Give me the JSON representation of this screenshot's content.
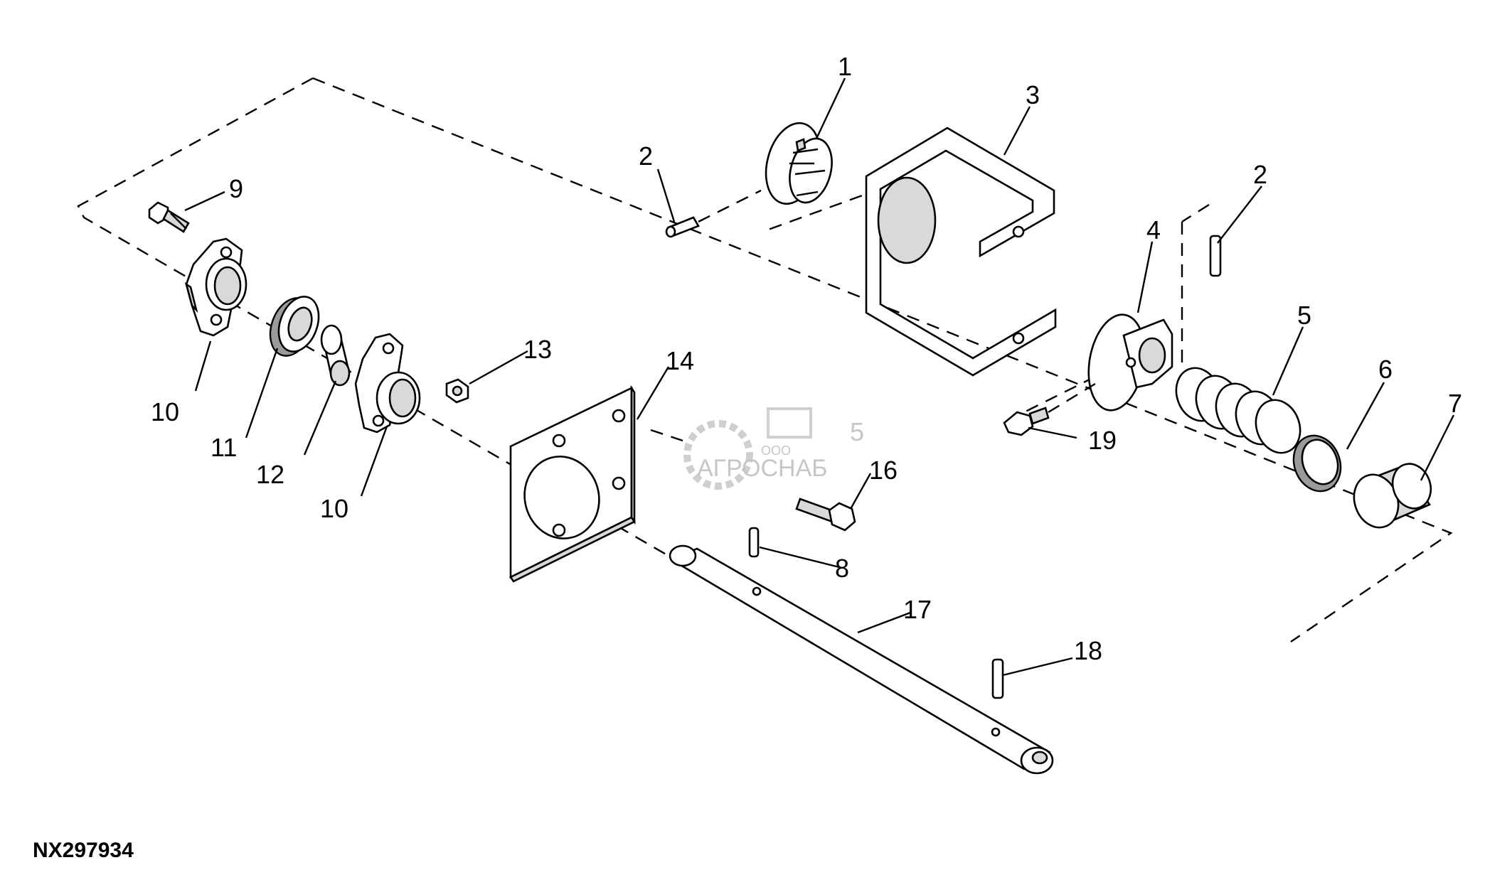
{
  "figure_id": "NX297934",
  "watermark": {
    "small": "ООО",
    "main": "АГРОСНАБ",
    "suffix": "5"
  },
  "callouts": {
    "c1": "1",
    "c2a": "2",
    "c2b": "2",
    "c3": "3",
    "c4": "4",
    "c5": "5",
    "c6": "6",
    "c7": "7",
    "c8": "8",
    "c9": "9",
    "c10a": "10",
    "c10b": "10",
    "c11": "11",
    "c12": "12",
    "c13": "13",
    "c14": "14",
    "c16": "16",
    "c17": "17",
    "c18": "18",
    "c19": "19"
  }
}
